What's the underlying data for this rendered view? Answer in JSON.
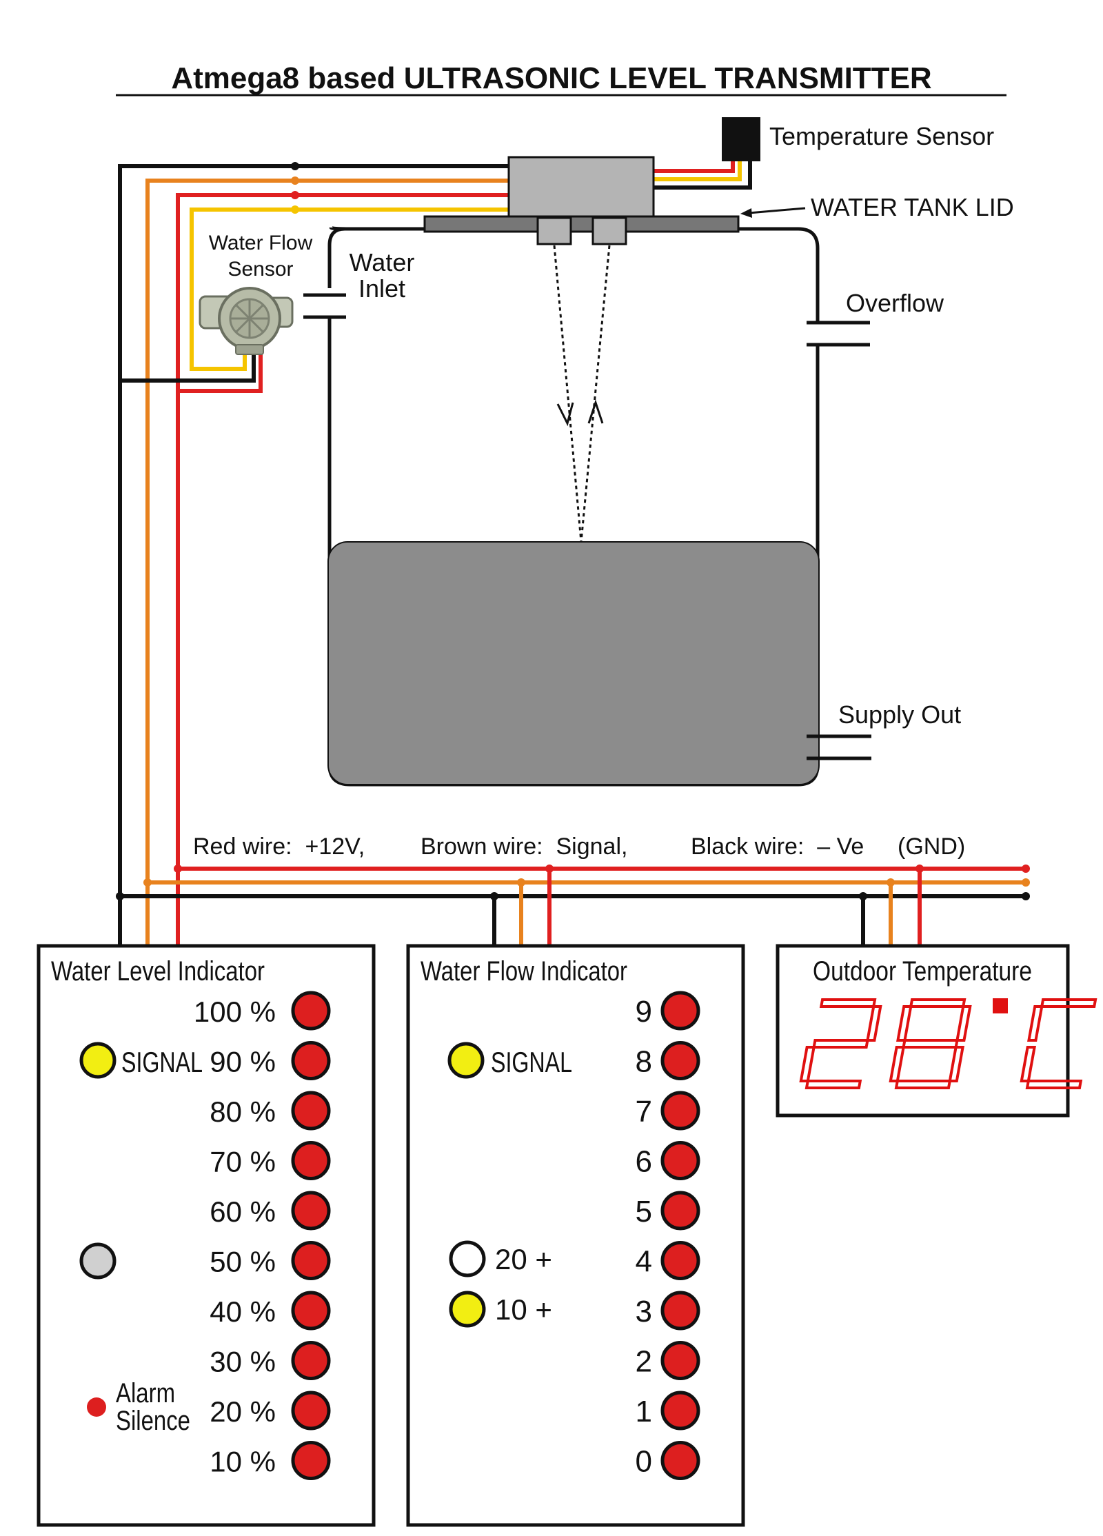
{
  "title": "Atmega8 based ULTRASONIC LEVEL TRANSMITTER",
  "labels": {
    "temperature_sensor": "Temperature Sensor",
    "water_tank_lid": "WATER TANK LID",
    "water_flow_sensor_line1": "Water Flow",
    "water_flow_sensor_line2": "Sensor",
    "water_inlet_line1": "Water",
    "water_inlet_line2": "Inlet",
    "overflow": "Overflow",
    "supply_out": "Supply Out"
  },
  "wire_legend": {
    "red": "Red wire:  +12V,",
    "brown": "Brown wire:  Signal,",
    "black": "Black wire:  – Ve",
    "gnd": "(GND)"
  },
  "colors": {
    "red_wire": "#e02020",
    "brown_wire": "#e8821e",
    "yellow_wire": "#f5c400",
    "black_wire": "#111111",
    "led_red": "#dd1f1f",
    "led_yellow": "#f2ee12",
    "led_grey": "#d0d0d0",
    "water": "#8c8c8c",
    "sensor_box": "#b4b4b4",
    "seven_segment": "#e01010"
  },
  "level_panel": {
    "title": "Water Level Indicator",
    "signal_label": "SIGNAL",
    "alarm_label_line1": "Alarm",
    "alarm_label_line2": "Silence",
    "levels": [
      "100 %",
      "90 %",
      "80 %",
      "70 %",
      "60 %",
      "50 %",
      "40 %",
      "30 %",
      "20 %",
      "10 %"
    ]
  },
  "flow_panel": {
    "title": "Water Flow Indicator",
    "signal_label": "SIGNAL",
    "range_20": "20 +",
    "range_10": "10 +",
    "digits": [
      "9",
      "8",
      "7",
      "6",
      "5",
      "4",
      "3",
      "2",
      "1",
      "0"
    ]
  },
  "temp_panel": {
    "title": "Outdoor Temperature",
    "value": "28",
    "unit": "C"
  }
}
